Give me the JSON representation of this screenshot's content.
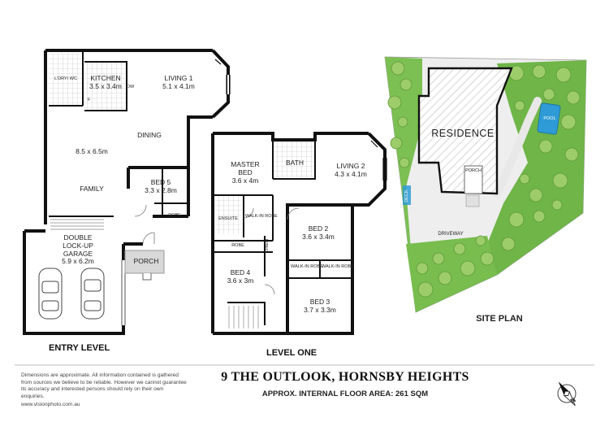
{
  "entry_level": {
    "title": "ENTRY LEVEL",
    "rooms": {
      "laundry_wc": "L'DRY/ WC",
      "kitchen_name": "KITCHEN",
      "kitchen_dim": "3.5 x 3.4m",
      "living1_name": "LIVING 1",
      "living1_dim": "5.1 x 4.1m",
      "dining": "DINING",
      "family_dim": "8.5 x 6.5m",
      "family": "FAMILY",
      "bed5_name": "BED 5",
      "bed5_dim": "3.3 x 2.8m",
      "robe": "ROBE",
      "garage_l1": "DOUBLE",
      "garage_l2": "LOCK-UP",
      "garage_l3": "GARAGE",
      "garage_dim": "5.9 x 6.2m",
      "porch": "PORCH",
      "dw": "DW",
      "fridge": "F"
    }
  },
  "level_one": {
    "title": "LEVEL ONE",
    "rooms": {
      "master_l1": "MASTER",
      "master_l2": "BED",
      "master_dim": "3.6 x 4m",
      "bath": "BATH",
      "living2_name": "LIVING 2",
      "living2_dim": "4.3 x 4.1m",
      "ensuite": "ENSUITE",
      "wir1_l1": "WALK-IN",
      "wir1_l2": "ROBE",
      "bed2_name": "BED 2",
      "bed2_dim": "3.6 x 3.4m",
      "robe": "ROBE",
      "linen": "LINEN",
      "bed4_name": "BED 4",
      "bed4_dim": "3.6 x 3m",
      "wir2_l1": "WALK-IN",
      "wir2_l2": "ROBE",
      "wir3_l1": "WALK-IN",
      "wir3_l2": "ROBE",
      "bed3_name": "BED 3",
      "bed3_dim": "3.7 x 3.3m"
    }
  },
  "site_plan": {
    "title": "SITE PLAN",
    "residence": "RESIDENCE",
    "porch": "PORCH",
    "driveway": "DRIVEWAY",
    "pool": "POOL",
    "deck": "DECK",
    "colors": {
      "lawn": "#4caf50",
      "tree": "#8bbf5a",
      "water": "#2e9bd6",
      "paving": "#dcdcdc"
    }
  },
  "footer": {
    "address": "9 THE OUTLOOK, HORNSBY HEIGHTS",
    "internal_area": "APPROX. INTERNAL FLOOR AREA: 261 SQM",
    "disclaimer": "Dimensions are approximate. All information contained is gathered from sources we believe to be reliable. However we cannot guarantee its accuracy and interested persons should rely on their own enquiries.",
    "url": "www.visionphoto.com.au",
    "north_label": "N"
  }
}
